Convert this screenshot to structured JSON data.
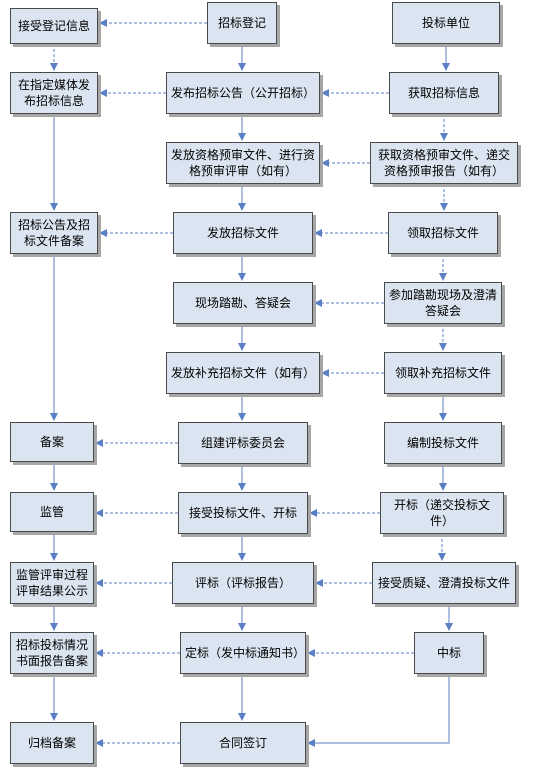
{
  "boxes": {
    "accept_info": "接受登记信息",
    "tender_registration": "招标登记",
    "bidder": "投标单位",
    "media_publish": "在指定媒体发\n布招标信息",
    "publish_notice": "发布招标公告（公开招标）",
    "get_info": "获取招标信息",
    "issue_prequal": "发放资格预审文件、进行资\n格预审评审（如有）",
    "get_prequal": "获取资格预审文件、递交\n资格预审报告（如有）",
    "notice_filing": "招标公告及招\n标文件备案",
    "issue_docs": "发放招标文件",
    "receive_docs": "领取招标文件",
    "site_visit": "现场踏勘、答疑会",
    "join_site_visit": "参加踏勘现场及澄清\n答疑会",
    "issue_supplement": "发放补充招标文件（如有）",
    "receive_supplement": "领取补充招标文件",
    "filing": "备案",
    "form_committee": "组建评标委员会",
    "prepare_bid": "编制投标文件",
    "supervise": "监管",
    "receive_bids": "接受投标文件、开标",
    "open_bid": "开标（递交投标文件）",
    "supervise_eval": "监管评审过程\n评审结果公示",
    "evaluate": "评标（评标报告）",
    "clarify": "接受质疑、澄清投标文件",
    "report_filing": "招标投标情况\n书面报告备案",
    "award": "定标（发中标通知书）",
    "winning": "中标",
    "archive": "归档备案",
    "contract": "合同签订"
  },
  "colors": {
    "box_fill": "#dbe5f1",
    "box_border": "#4a4a4a",
    "arrow": "#5b7fc4"
  }
}
